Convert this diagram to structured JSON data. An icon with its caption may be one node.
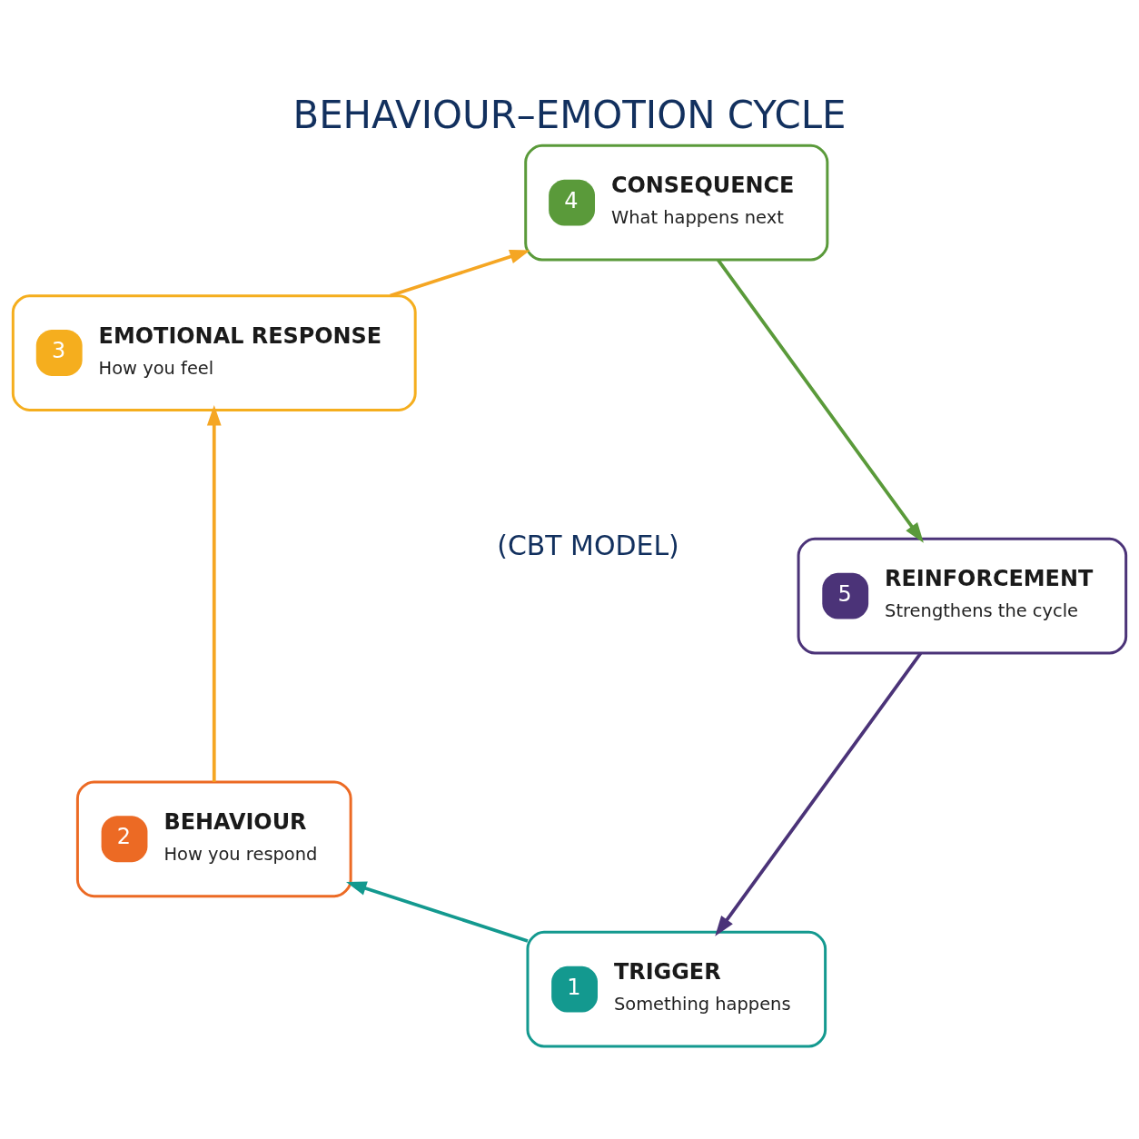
{
  "diagram": {
    "title": "BEHAVIOUR–EMOTION CYCLE",
    "nodes": [
      {
        "text": [
          "1",
          "TRIGGER",
          "Something happens"
        ]
      },
      {
        "text": [
          "2",
          "BEHAVIOUR",
          "How you respond"
        ]
      },
      {
        "text": [
          "3",
          "EMOTIONAL RESPONSE",
          "How you feel"
        ]
      },
      {
        "text": [
          "4",
          "CONSEQUENCE",
          "What happens next"
        ]
      },
      {
        "text": [
          "5",
          "REINFORCEMENT",
          "Strengthens the cycle"
        ]
      }
    ],
    "edges": [
      {
        "from": 0,
        "to": 1,
        "arrow": "to",
        "color": "#13998f"
      },
      {
        "from": 1,
        "to": 2,
        "arrow": "to",
        "color": "#f5a623"
      },
      {
        "from": 2,
        "to": 3,
        "arrow": "to",
        "color": "#f5a623"
      },
      {
        "from": 3,
        "to": 4,
        "arrow": "to",
        "color": "#5a9a3a"
      },
      {
        "from": 4,
        "to": 0,
        "arrow": "to",
        "color": "#4b3378"
      }
    ],
    "labels": [
      "(CBT MODEL)"
    ]
  }
}
